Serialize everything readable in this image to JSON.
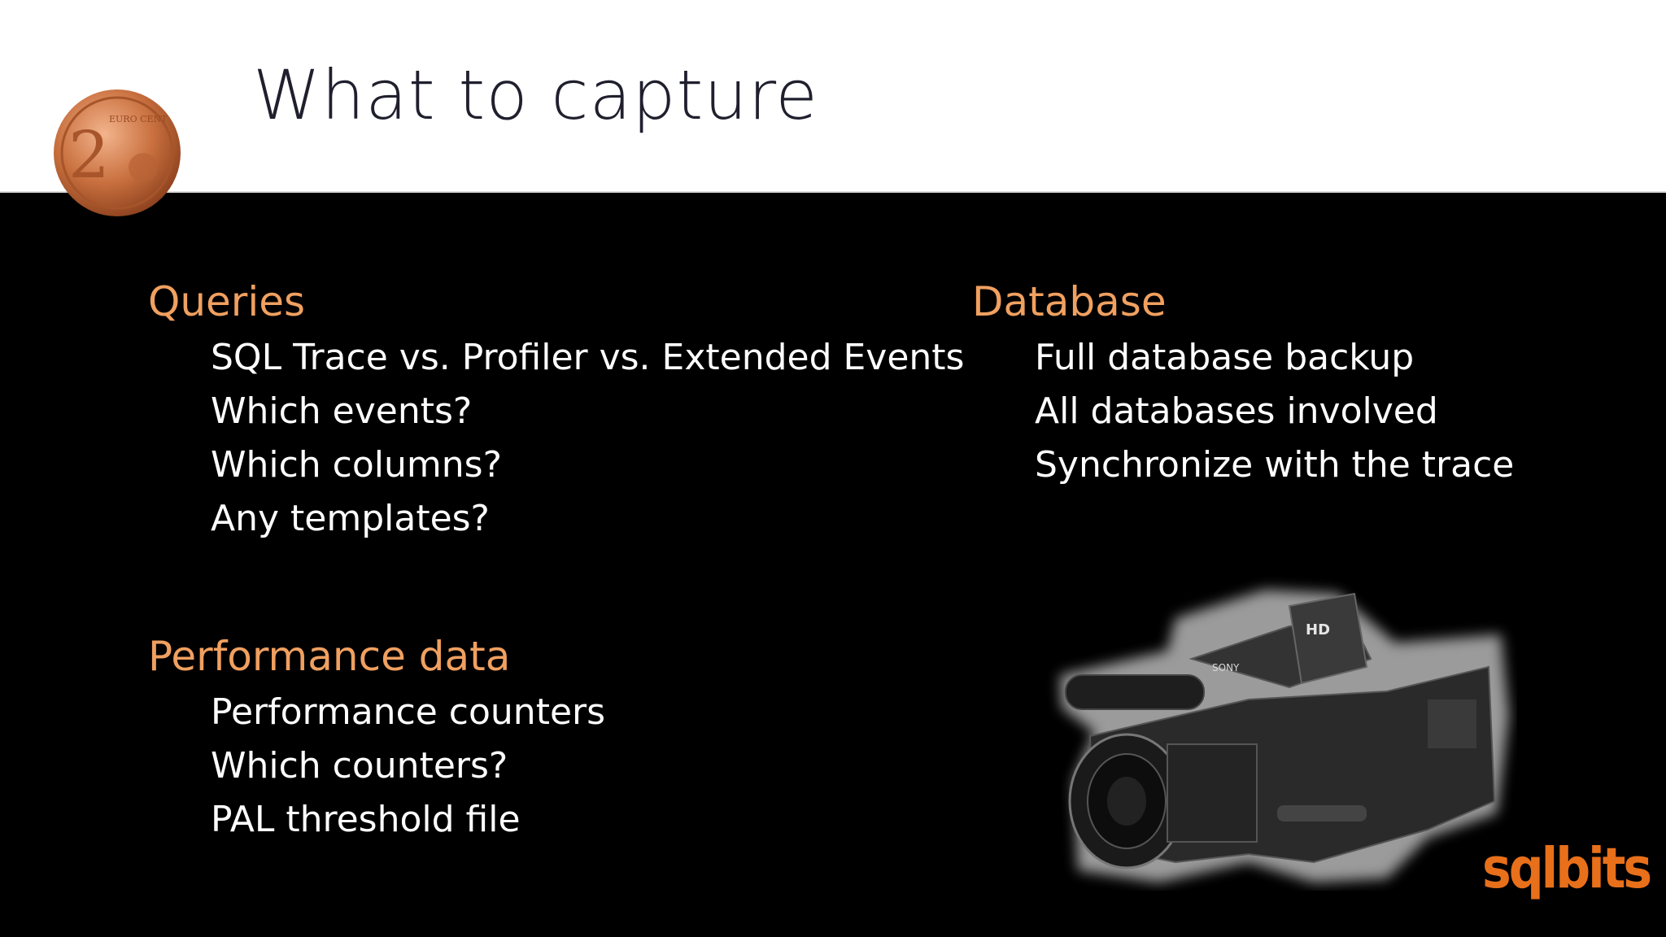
{
  "slide": {
    "title": "What to capture",
    "logo_text": "sqlbits",
    "accent_color": "#f0a060",
    "logo_color": "#e8701a"
  },
  "queries": {
    "heading": "Queries",
    "items": [
      "SQL Trace vs. Profiler vs. Extended Events",
      "Which events?",
      "Which columns?",
      "Any templates?"
    ]
  },
  "performance": {
    "heading": "Performance data",
    "items": [
      "Performance counters",
      "Which counters?",
      "PAL threshold file"
    ]
  },
  "database": {
    "heading": "Database",
    "items": [
      "Full database backup",
      "All databases involved",
      "Synchronize with the trace"
    ]
  },
  "images": {
    "coin_text": "EURO CENT",
    "coin_value": "2",
    "camera_badge": "HD",
    "camera_brand": "SONY"
  }
}
